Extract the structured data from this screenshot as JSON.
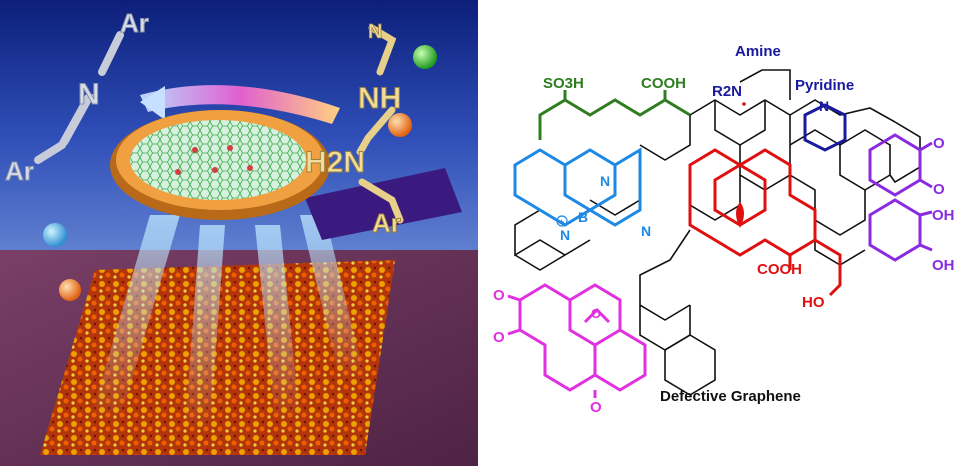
{
  "left_panel": {
    "molecule_labels": {
      "ar_top": "Ar",
      "n_center": "N",
      "ar_left": "Ar",
      "n_top_right": "N",
      "nh": "NH",
      "h2n": "H2N",
      "ar_bottom_right": "Ar"
    }
  },
  "right_panel": {
    "functional_groups": {
      "amine": "Amine",
      "pyridine": "Pyridine",
      "so3h": "SO3H",
      "cooh_top": "COOH",
      "r2n": "R2N",
      "boron": "B",
      "n_left": "N",
      "n_plus": "N",
      "n_center": "N",
      "n_pyridine": "N",
      "cooh_bottom": "COOH",
      "oh_right_1": "OH",
      "oh_right_2": "OH",
      "ho_bottom": "HO",
      "o_ketone_1": "O",
      "o_ketone_2": "O",
      "o_left_1": "O",
      "o_left_2": "O",
      "o_bottom": "O",
      "o_epoxide": "O"
    },
    "caption": "Defective Graphene"
  },
  "colors": {
    "green_group": "#2e7d1e",
    "blue_group": "#1565c0",
    "red_group": "#e01010",
    "magenta_group": "#e030e0",
    "purple_group": "#8a2be2",
    "navy_label": "#1a1aa0",
    "background_blue": "#1a2f8a",
    "substrate_purple": "#6b3358"
  }
}
